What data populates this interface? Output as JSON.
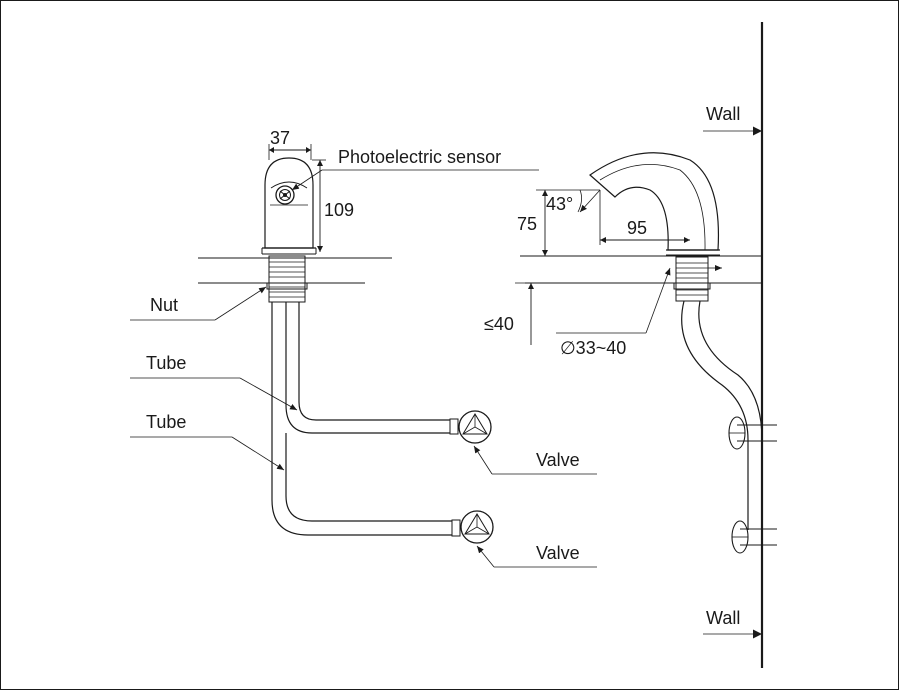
{
  "labels": {
    "width_37": "37",
    "photoelectric_sensor": "Photoelectric sensor",
    "height_109": "109",
    "nut": "Nut",
    "tube_upper": "Tube",
    "tube_lower": "Tube",
    "valve_upper": "Valve",
    "valve_lower": "Valve",
    "wall_top": "Wall",
    "wall_bottom": "Wall",
    "angle_43": "43°",
    "height_75": "75",
    "reach_95": "95",
    "thickness_le40": "≤40",
    "hole_dia": "∅33~40"
  },
  "colors": {
    "line": "#1a1a1a",
    "background": "#ffffff"
  }
}
